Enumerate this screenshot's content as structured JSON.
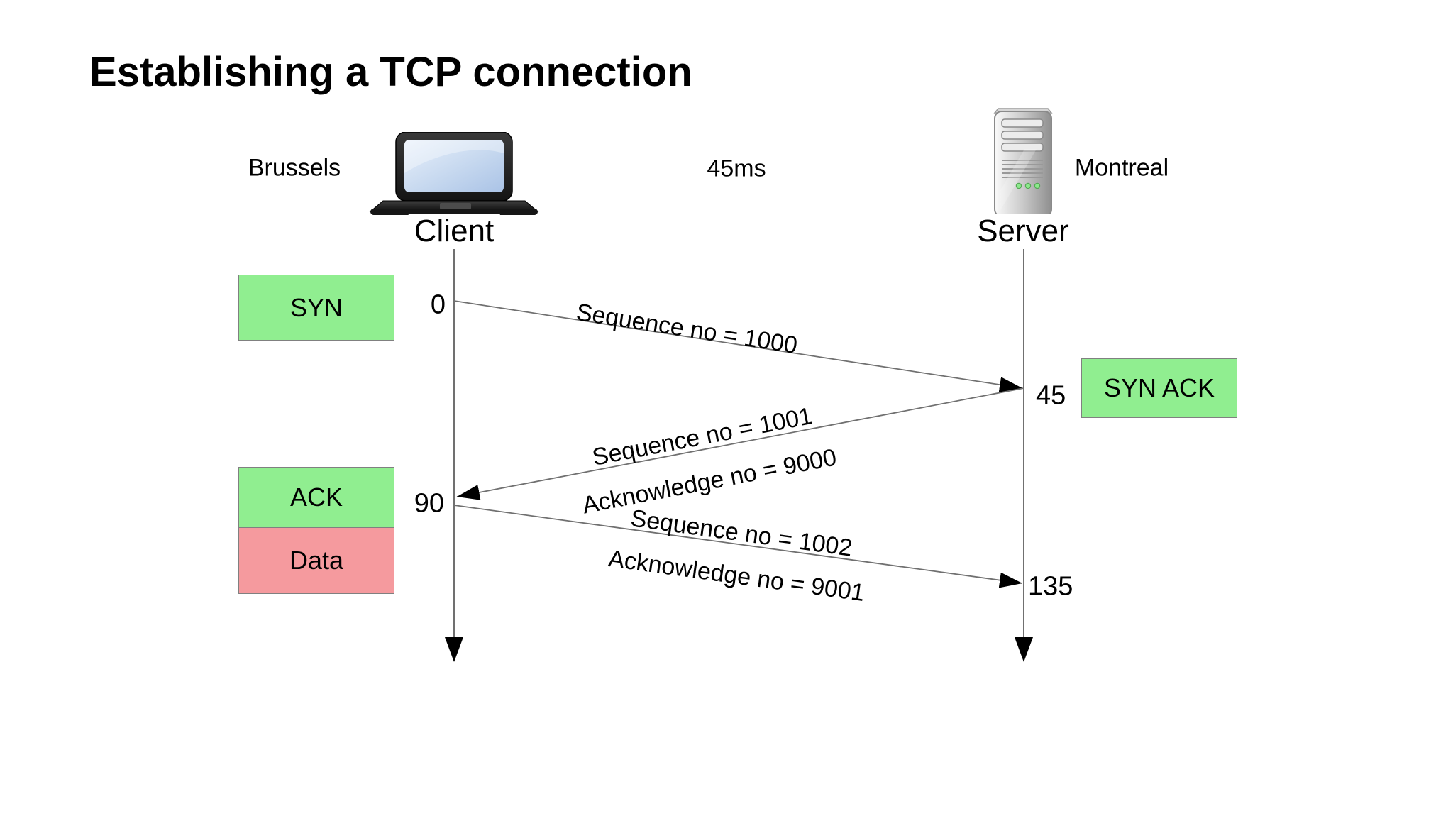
{
  "title": "Establishing a TCP connection",
  "participants": {
    "client": {
      "name": "Client",
      "location": "Brussels",
      "icon": "laptop-icon"
    },
    "server": {
      "name": "Server",
      "location": "Montreal",
      "icon": "server-icon"
    }
  },
  "latency_label": "45ms",
  "packets": {
    "syn": "SYN",
    "syn_ack": "SYN ACK",
    "ack": "ACK",
    "data": "Data"
  },
  "timeline": {
    "t_client_send": "0",
    "t_server_recv": "45",
    "t_client_recv": "90",
    "t_server_recv2": "135"
  },
  "messages": [
    {
      "line1": "Sequence no = 1000",
      "line2": ""
    },
    {
      "line1": "Sequence no = 1001",
      "line2": "Acknowledge no = 9000"
    },
    {
      "line1": "Sequence no = 1002",
      "line2": "Acknowledge no = 9001"
    }
  ],
  "colors": {
    "packet_green": "#90EE90",
    "packet_red": "#F59A9E",
    "line_gray": "#707070",
    "arrow_black": "#000000"
  }
}
